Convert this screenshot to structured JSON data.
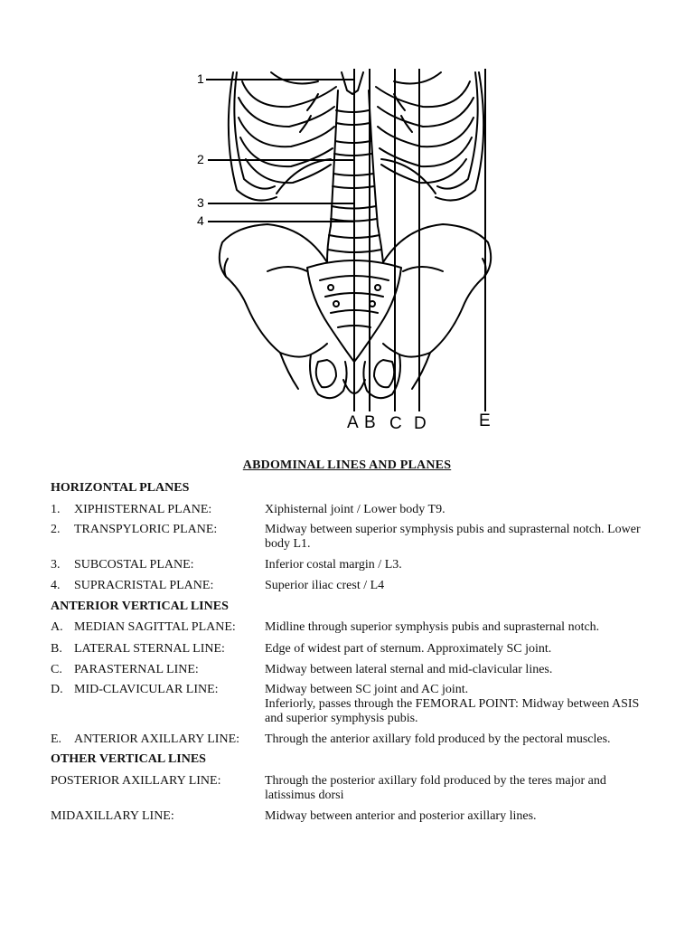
{
  "figure": {
    "plane_labels": [
      "1",
      "2",
      "3",
      "4"
    ],
    "line_labels": [
      "A",
      "B",
      "C",
      "D",
      "E"
    ]
  },
  "title": "ABDOMINAL LINES AND PLANES",
  "horizontal": {
    "heading": "HORIZONTAL PLANES",
    "items": [
      {
        "num": "1.",
        "term": "XIPHISTERNAL PLANE:",
        "desc": "Xiphisternal joint / Lower body T9."
      },
      {
        "num": "2.",
        "term": "TRANSPYLORIC PLANE:",
        "desc": "Midway between superior symphysis pubis and suprasternal notch. Lower body L1."
      },
      {
        "num": "3.",
        "term": "SUBCOSTAL PLANE:",
        "desc": "Inferior costal margin / L3."
      },
      {
        "num": "4.",
        "term": "SUPRACRISTAL PLANE:",
        "desc": "Superior iliac crest / L4"
      }
    ]
  },
  "anterior": {
    "heading": "ANTERIOR VERTICAL LINES",
    "items": [
      {
        "num": "A.",
        "term": "MEDIAN SAGITTAL PLANE:",
        "desc": "Midline through superior symphysis pubis and suprasternal notch."
      },
      {
        "num": "B.",
        "term": "LATERAL STERNAL LINE:",
        "desc": "Edge of widest part of sternum. Approximately SC joint."
      },
      {
        "num": "C.",
        "term": "PARASTERNAL LINE:",
        "desc": "Midway between lateral sternal and mid-clavicular lines."
      },
      {
        "num": "D.",
        "term": "MID-CLAVICULAR LINE:",
        "desc": "Midway between SC joint and AC joint.",
        "desc2": "Inferiorly, passes through the FEMORAL POINT: Midway between ASIS and superior symphysis pubis."
      },
      {
        "num": "E.",
        "term": "ANTERIOR AXILLARY LINE:",
        "desc": "Through the anterior axillary fold produced by the pectoral muscles."
      }
    ]
  },
  "other": {
    "heading": "OTHER VERTICAL LINES",
    "items": [
      {
        "term": "POSTERIOR AXILLARY LINE:",
        "desc": "Through the posterior axillary fold produced by the teres major and latissimus dorsi"
      },
      {
        "term": "MIDAXILLARY LINE:",
        "desc": "Midway between anterior and posterior axillary lines."
      }
    ]
  }
}
